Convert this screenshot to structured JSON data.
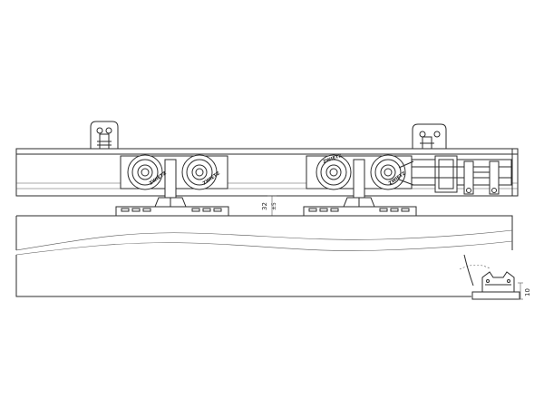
{
  "drawing": {
    "dimensions": {
      "height": "32",
      "tolerance": "±5",
      "floor_clearance": "10"
    },
    "wheel_brand": "ZWIETZ",
    "colors": {
      "line": "#2b2b2b",
      "background": "#ffffff"
    }
  }
}
